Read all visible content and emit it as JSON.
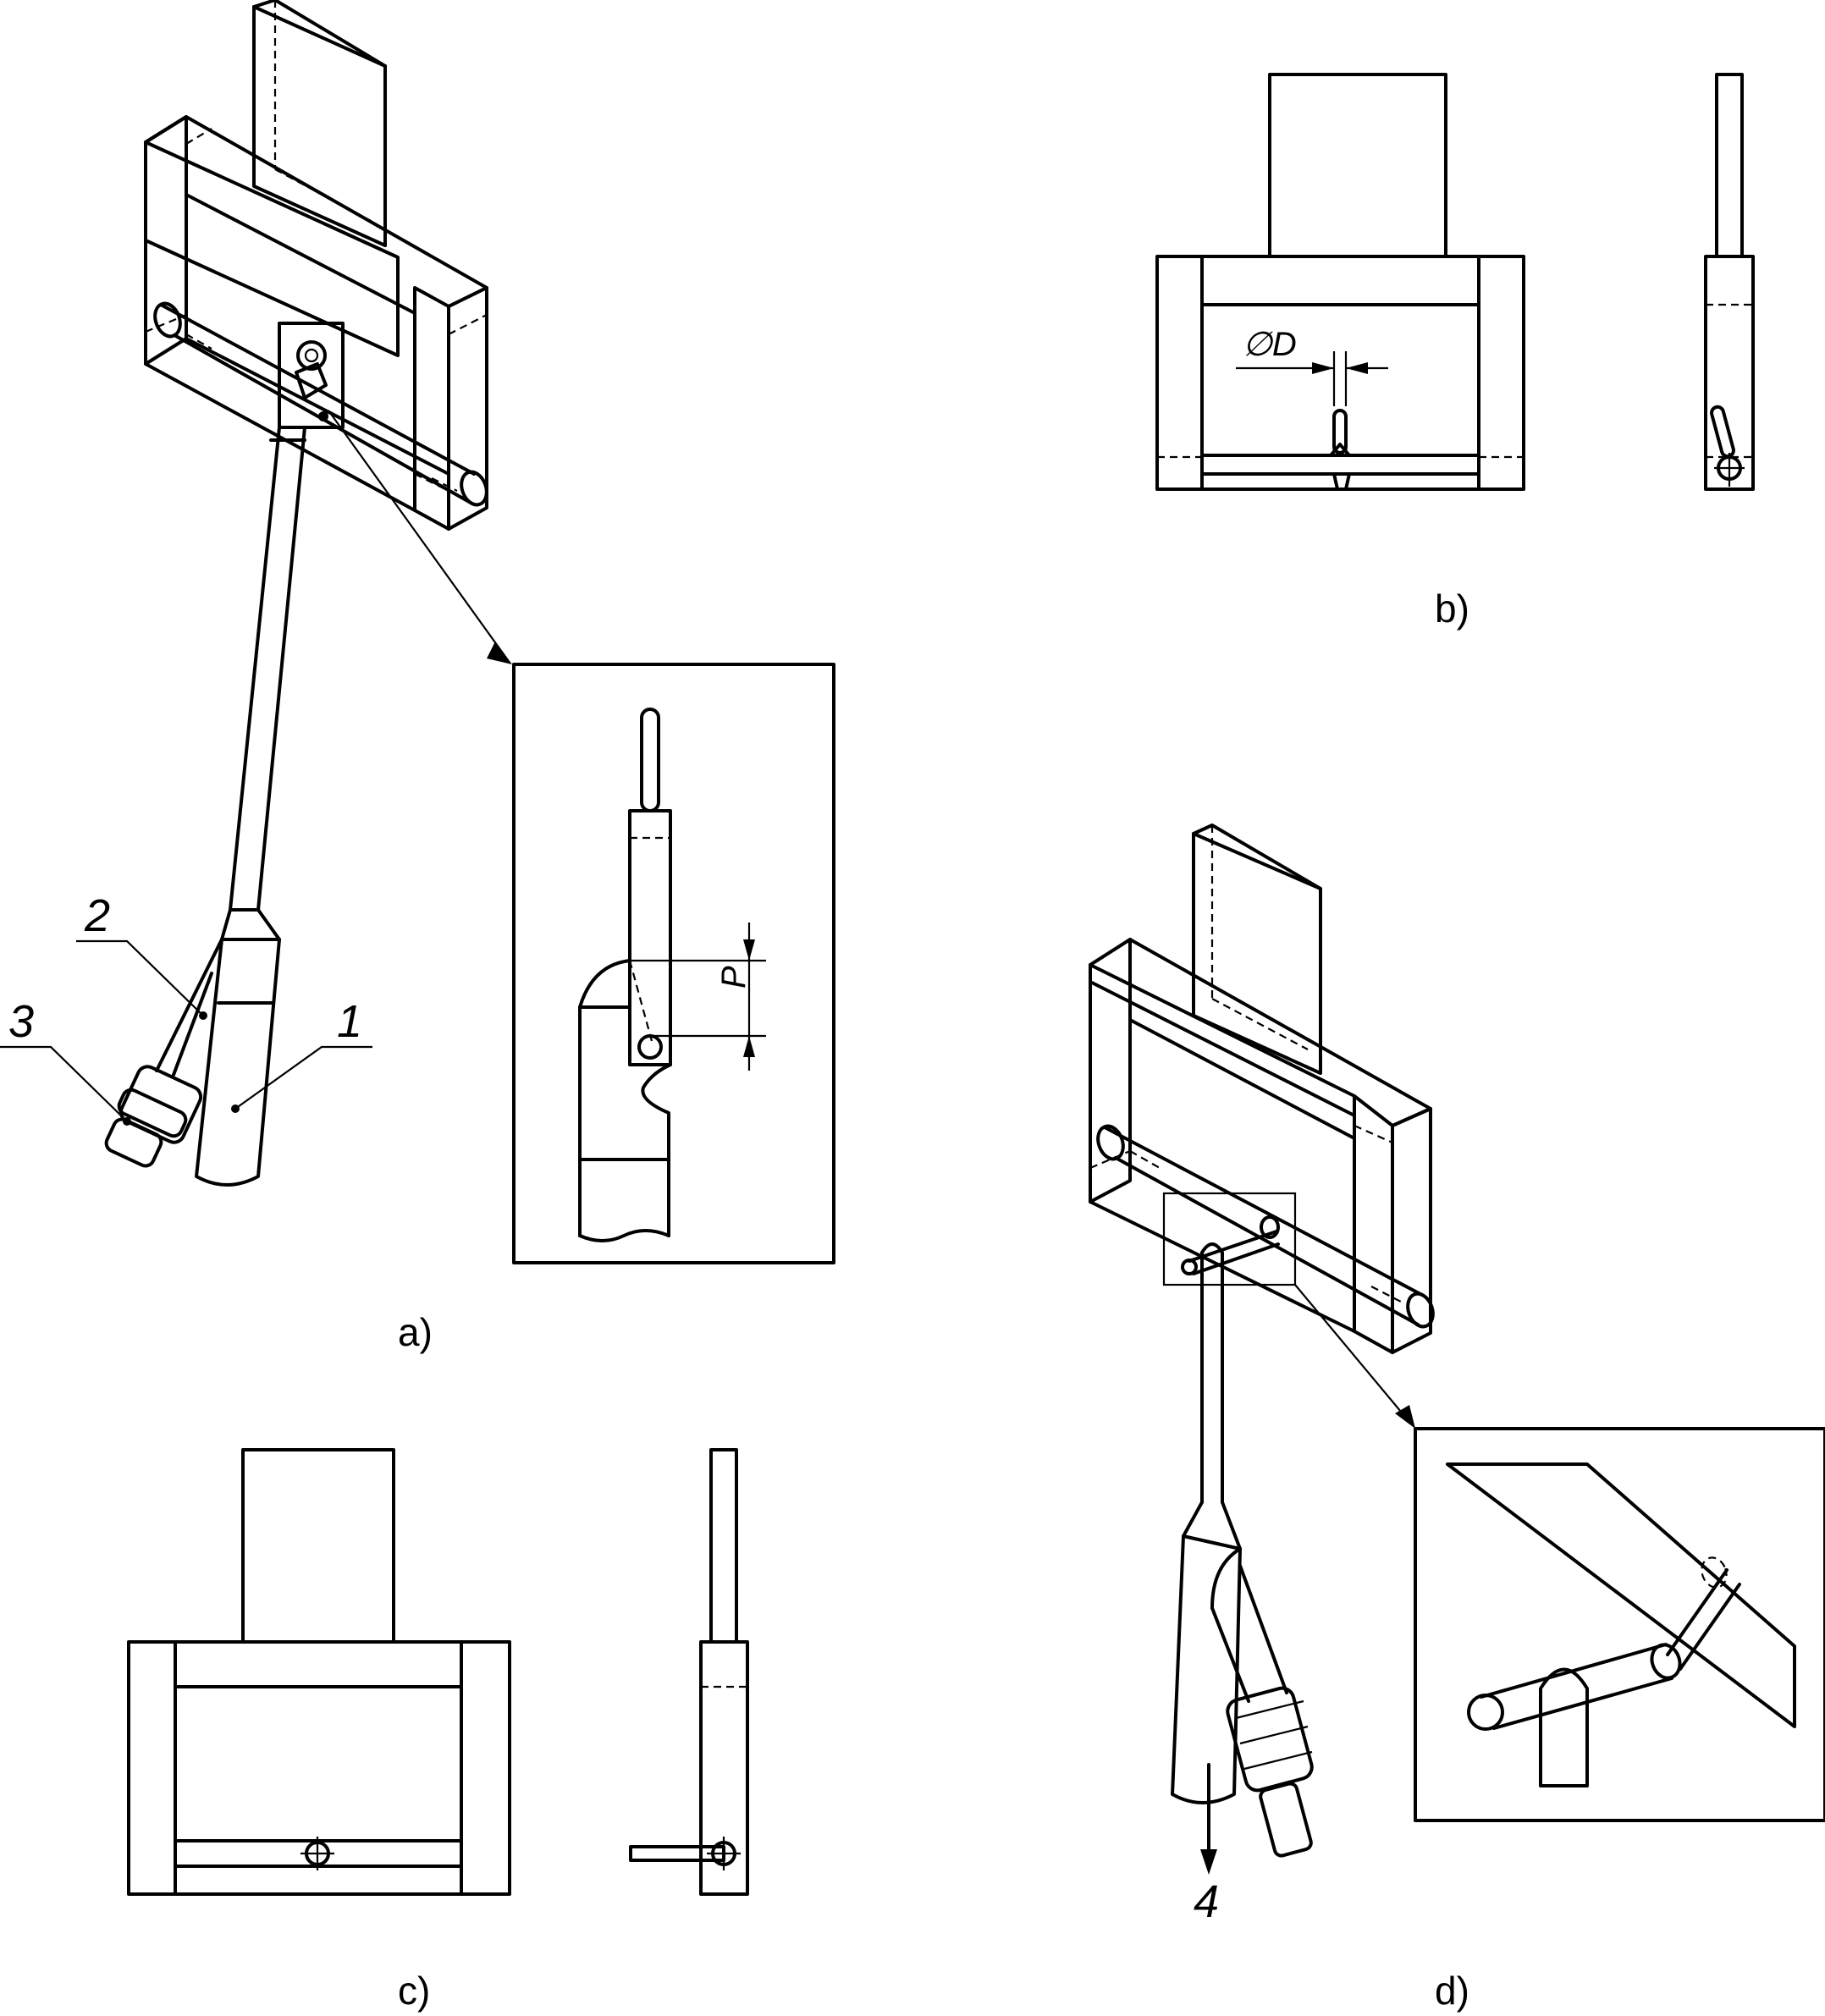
{
  "labels": {
    "panel_a": "a)",
    "panel_b": "b)",
    "panel_c": "c)",
    "panel_d": "d)"
  },
  "callouts": {
    "item_1": "1",
    "item_2": "2",
    "item_3": "3",
    "item_4": "4"
  },
  "dimensions": {
    "diameter": "∅D",
    "pitch": "P"
  }
}
